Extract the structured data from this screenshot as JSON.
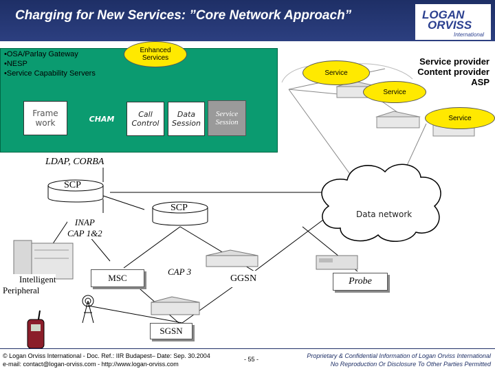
{
  "header": {
    "title": "Charging for New Services: ”Core Network Approach”"
  },
  "logo": {
    "line1": "LOGAN",
    "line2": "ORVISS",
    "sub": "International"
  },
  "panel": {
    "bullets": [
      "•OSA/Parlay Gateway",
      "•NESP",
      "•Service Capability Servers"
    ],
    "frame_work": [
      "Frame",
      "work"
    ],
    "cham": "CHAM",
    "call_control": [
      "Call",
      "Control"
    ],
    "data_session": [
      "Data",
      "Session"
    ],
    "service_session": [
      "Service",
      "Session"
    ],
    "enhanced_services": [
      "Enhanced",
      "Services"
    ]
  },
  "provider": {
    "services": [
      "Service",
      "Service",
      "Service"
    ],
    "title_lines": [
      "Service provider",
      "Content provider",
      "ASP"
    ]
  },
  "network": {
    "ldap": "LDAP, CORBA",
    "scp1": "SCP",
    "scp2": "SCP",
    "inap": [
      "INAP",
      "CAP 1&2"
    ],
    "intelligent": [
      "Intelligent",
      "Peripheral"
    ],
    "msc": "MSC",
    "cap3": "CAP 3",
    "ggsn": "GGSN",
    "sgsn": "SGSN",
    "data_network": "Data network",
    "probe": "Probe"
  },
  "footer": {
    "left_line1": "© Logan Orviss International - Doc. Ref.: IIR Budapest– Date: Sep. 30.2004",
    "left_line2": "e-mail: contact@logan-orviss.com - http://www.logan-orviss.com",
    "page": "- 55 -",
    "right_line1": "Proprietary & Confidential Information of Logan Orviss International",
    "right_line2": "No Reproduction Or Disclosure To Other Parties Permitted"
  },
  "colors": {
    "header": "#1e2f66",
    "panel": "#0b9b70",
    "ellipse": "#ffe900",
    "teal_label": "#009a9a"
  }
}
